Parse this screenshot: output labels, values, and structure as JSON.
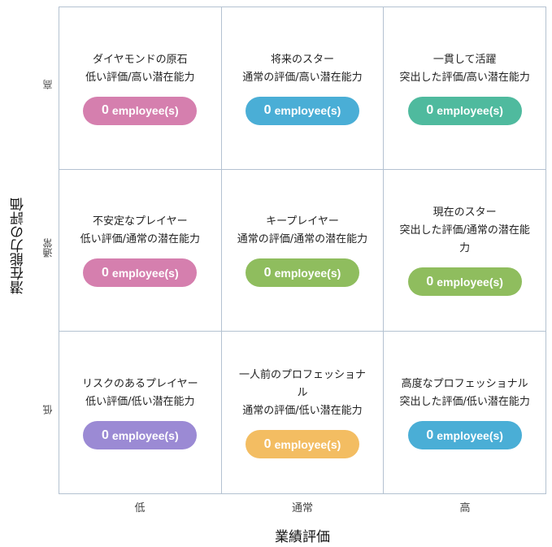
{
  "axes": {
    "y_title": "潜在能力の評価",
    "x_title": "業績評価",
    "y_ticks": {
      "high": "高",
      "mid": "通常",
      "low": "低"
    },
    "x_ticks": {
      "low": "低",
      "mid": "通常",
      "high": "高"
    }
  },
  "cells": {
    "r1c1": {
      "title": "ダイヤモンドの原石",
      "desc": "低い評価/高い潜在能力",
      "count": "0",
      "unit": "employee(s)",
      "color": "#d57fae"
    },
    "r1c2": {
      "title": "将来のスター",
      "desc": "通常の評価/高い潜在能力",
      "count": "0",
      "unit": "employee(s)",
      "color": "#4aaed6"
    },
    "r1c3": {
      "title": "一貫して活躍",
      "desc": "突出した評価/高い潜在能力",
      "count": "0",
      "unit": "employee(s)",
      "color": "#4fba9e"
    },
    "r2c1": {
      "title": "不安定なプレイヤー",
      "desc": "低い評価/通常の潜在能力",
      "count": "0",
      "unit": "employee(s)",
      "color": "#d57fae"
    },
    "r2c2": {
      "title": "キープレイヤー",
      "desc": "通常の評価/通常の潜在能力",
      "count": "0",
      "unit": "employee(s)",
      "color": "#8fbd5e"
    },
    "r2c3": {
      "title": "現在のスター",
      "desc": "突出した評価/通常の潜在能力",
      "count": "0",
      "unit": "employee(s)",
      "color": "#8fbd5e"
    },
    "r3c1": {
      "title": "リスクのあるプレイヤー",
      "desc": "低い評価/低い潜在能力",
      "count": "0",
      "unit": "employee(s)",
      "color": "#9b8ad4"
    },
    "r3c2": {
      "title": "一人前のプロフェッショナル",
      "desc": "通常の評価/低い潜在能力",
      "count": "0",
      "unit": "employee(s)",
      "color": "#f3bd62"
    },
    "r3c3": {
      "title": "高度なプロフェッショナル",
      "desc": "突出した評価/低い潜在能力",
      "count": "0",
      "unit": "employee(s)",
      "color": "#4aaed6"
    }
  }
}
